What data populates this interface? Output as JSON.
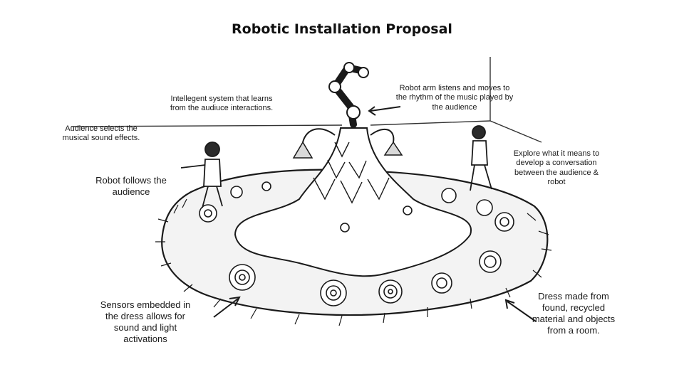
{
  "title": "Robotic Installation Proposal",
  "annotations": {
    "intelligent_system": "Intellegent system that learns from the audiuce interactions.",
    "robot_arm": "Robot arm listens and moves to  the rhythm of the music played by the audience",
    "audience_selects": "Audience selects the musical sound effects.",
    "robot_follows": "Robot follows the audience",
    "explore_conversation": "Explore what it means to develop  a conversation between the audience & robot",
    "sensors": "Sensors embedded in the dress allows for sound  and light activations",
    "dress_material": "Dress made from found, recycled material and objects from a room."
  },
  "colors": {
    "ink": "#1a1a1a",
    "background": "#ffffff"
  }
}
